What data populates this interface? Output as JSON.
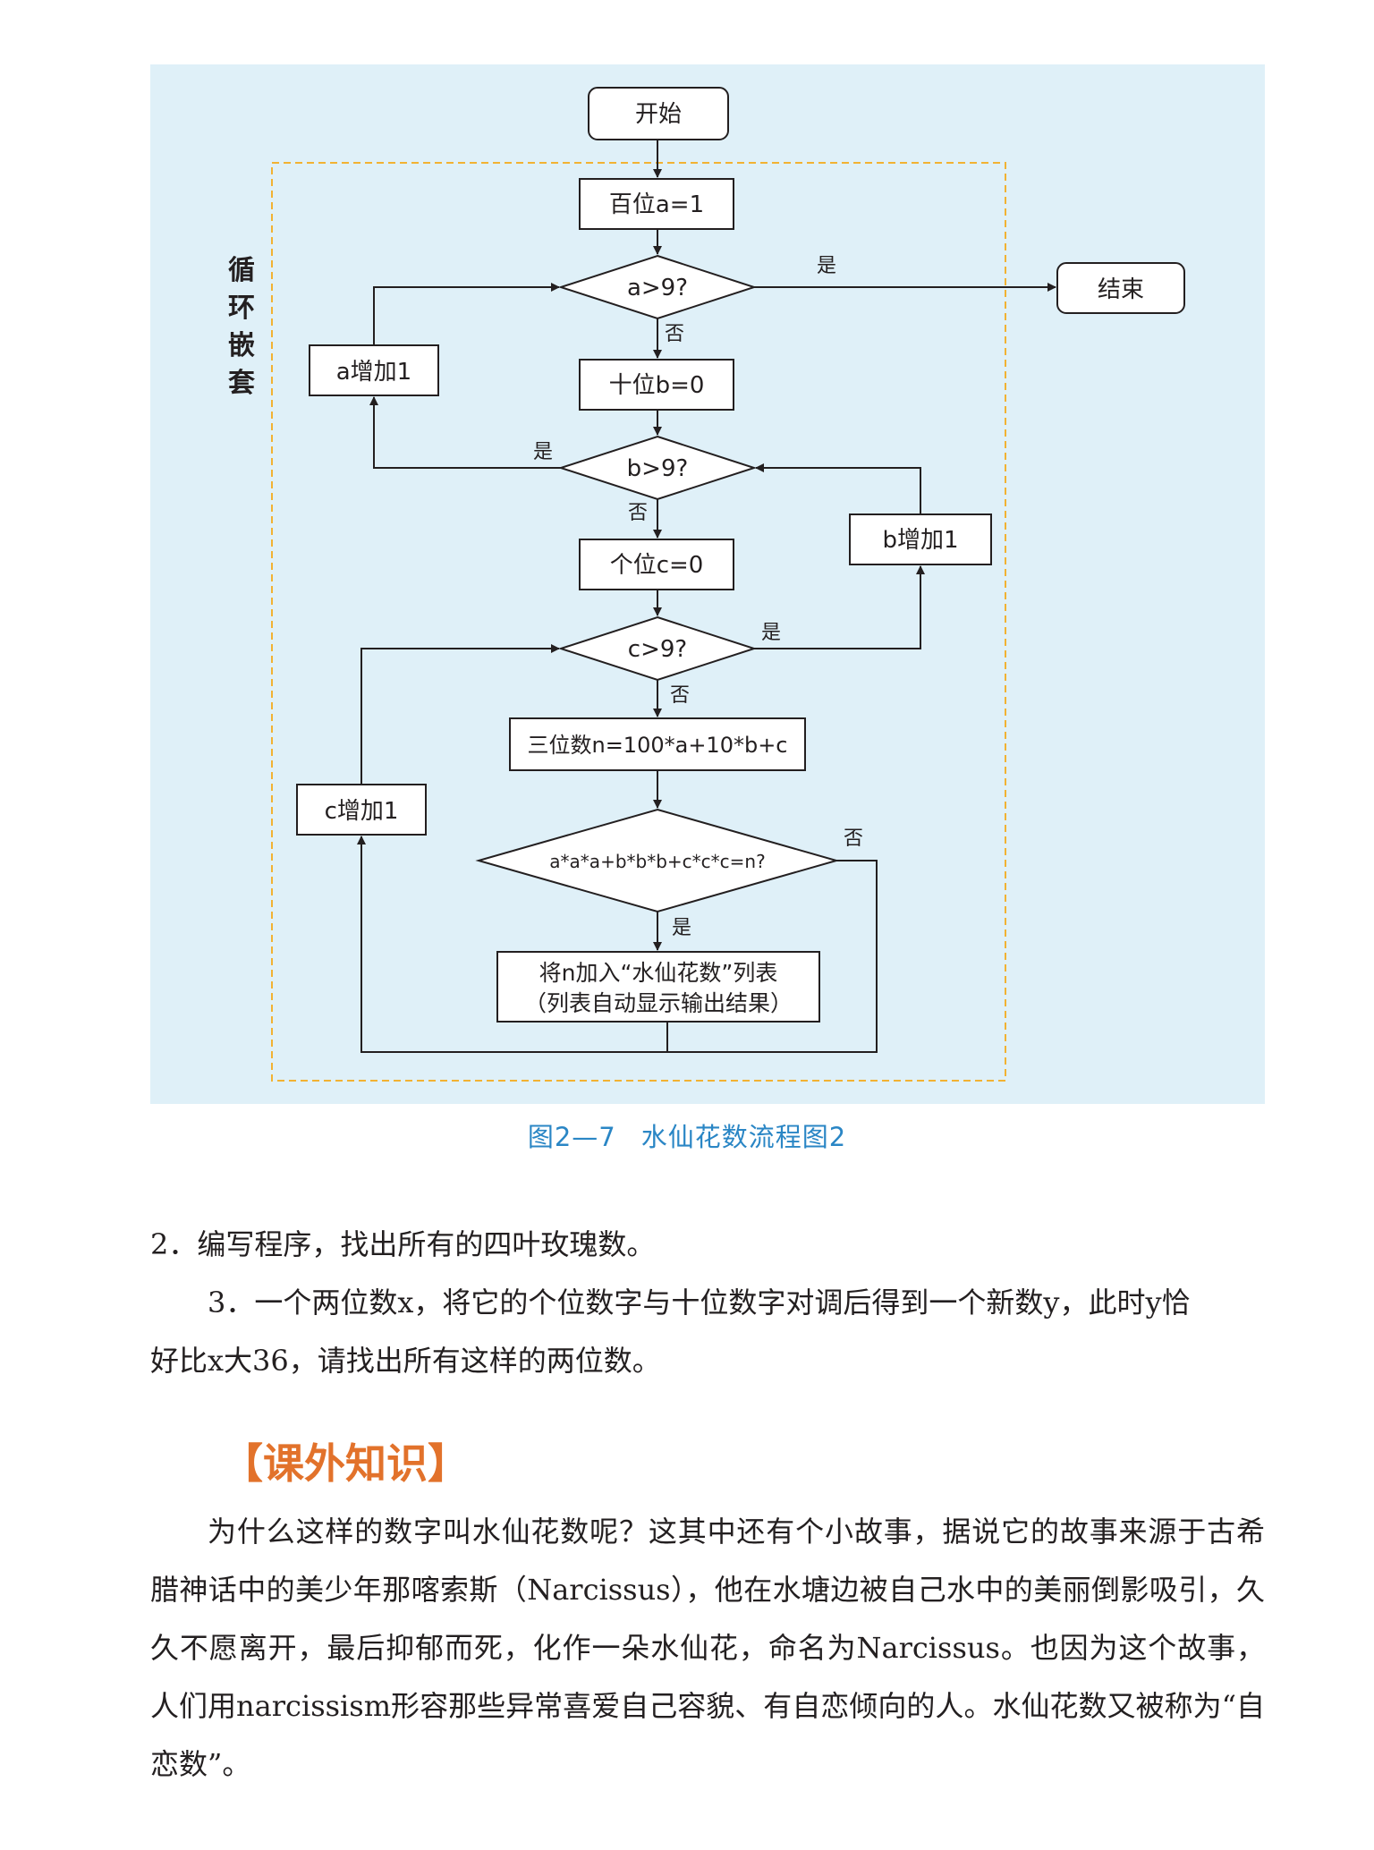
{
  "flowchart": {
    "loop_label": [
      "循",
      "环",
      "嵌",
      "套"
    ],
    "nodes": {
      "start": "开始",
      "init_a": "百位a=1",
      "cond_a": "a>9?",
      "end": "结束",
      "inc_a": "a增加1",
      "init_b": "十位b=0",
      "cond_b": "b>9?",
      "inc_b": "b增加1",
      "init_c": "个位c=0",
      "cond_c": "c>9?",
      "calc_n": "三位数n=100*a+10*b+c",
      "inc_c": "c增加1",
      "cond_n": "a*a*a+b*b*b+c*c*c=n?",
      "add_line1": "将n加入“水仙花数”列表",
      "add_line2": "（列表自动显示输出结果）"
    },
    "edge_labels": {
      "yes": "是",
      "no": "否"
    }
  },
  "caption": {
    "number": "图2—7",
    "title": "水仙花数流程图2"
  },
  "exercises": {
    "ex2": "2．编写程序，找出所有的四叶玫瑰数。",
    "ex3_line1": "3．一个两位数x，将它的个位数字与十位数字对调后得到一个新数y，此时y恰",
    "ex3_line2": "好比x大36，请找出所有这样的两位数。"
  },
  "knowledge": {
    "title": "【课外知识】",
    "paragraph": "为什么这样的数字叫水仙花数呢？这其中还有个小故事，据说它的故事来源于古希腊神话中的美少年那喀索斯（Narcissus），他在水塘边被自己水中的美丽倒影吸引，久久不愿离开，最后抑郁而死，化作一朵水仙花，命名为Narcissus。也因为这个故事，人们用narcissism形容那些异常喜爱自己容貌、有自恋倾向的人。水仙花数又被称为“自恋数”。"
  },
  "colors": {
    "panel_bg": "#dff0f8",
    "loop_border": "#f2b233",
    "caption": "#2a86c5",
    "title": "#e2722b"
  }
}
